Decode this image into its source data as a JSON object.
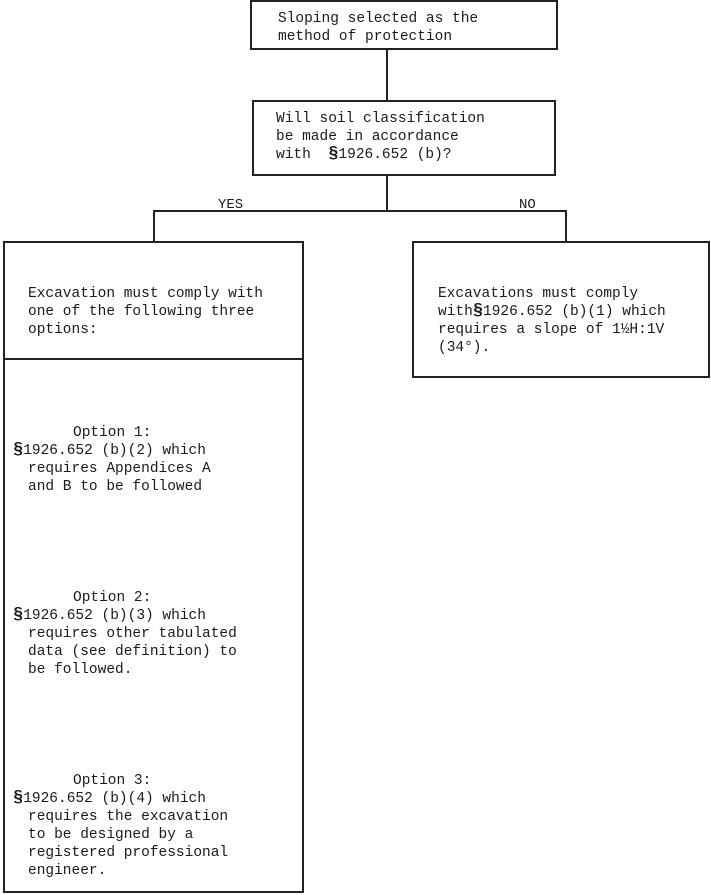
{
  "start_box": {
    "line1": "Sloping selected as the",
    "line2": "method of protection"
  },
  "decision_box": {
    "line1": "Will soil classification",
    "line2": "be made in accordance",
    "line3_prefix": "with",
    "line3_rest": "1926.652 (b)?"
  },
  "branch_labels": {
    "yes": "YES",
    "no": "NO"
  },
  "yes_header": {
    "line1": "Excavation must comply with",
    "line2": "one of the following three",
    "line3": "options:"
  },
  "options": [
    {
      "title": "Option 1:",
      "line1": "1926.652 (b)(2) which",
      "line2": "requires Appendices A",
      "line3": "and B to be followed"
    },
    {
      "title": "Option 2:",
      "line1": "1926.652 (b)(3) which",
      "line2": "requires other tabulated",
      "line3": "data (see definition) to",
      "line4": "be followed."
    },
    {
      "title": "Option 3:",
      "line1": "1926.652 (b)(4) which",
      "line2": "requires the excavation",
      "line3": "to be designed by a",
      "line4": "registered professional",
      "line5": "engineer."
    }
  ],
  "no_box": {
    "line1": "Excavations must comply",
    "line2_prefix": "with",
    "line2_rest": "1926.652 (b)(1) which",
    "line3": "requires a slope of 1½H:1V",
    "line4": "(34°)."
  },
  "section_symbol": "§"
}
